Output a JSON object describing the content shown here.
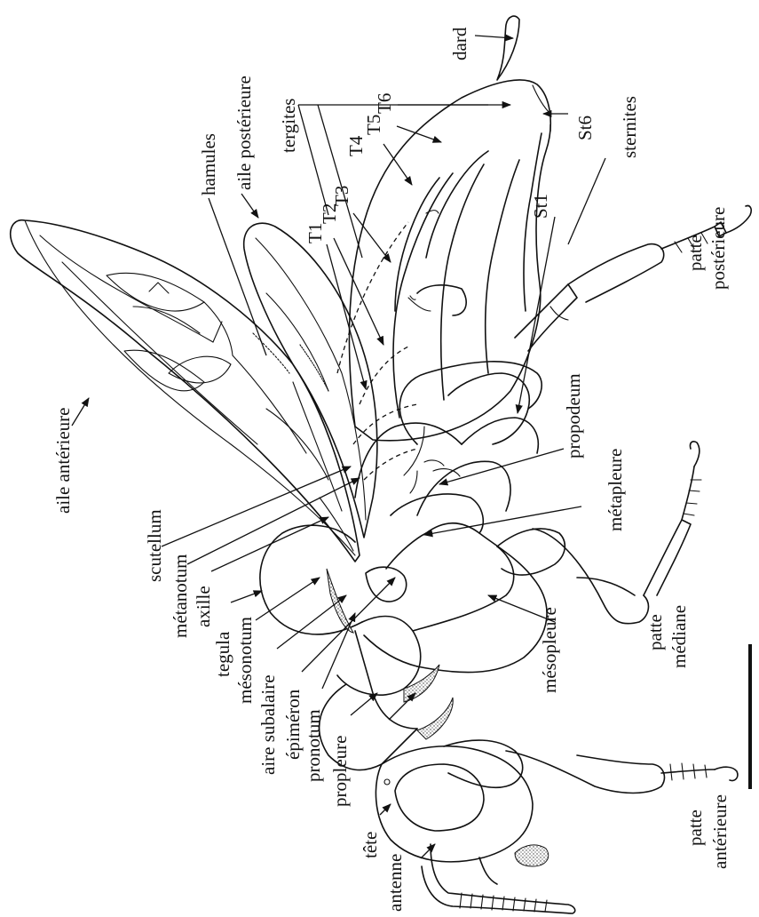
{
  "labels": {
    "dard": "dard",
    "tergites": "tergites",
    "t1": "T1",
    "t2": "T2",
    "t3": "T3",
    "t4": "T4",
    "t5": "T5",
    "t6": "T6",
    "st6": "St6",
    "sternites": "sternites",
    "st1": "St1",
    "aile_posterieure": "aile postérieure",
    "hamules": "hamules",
    "aile_anterieure": "aile antérieure",
    "scutellum": "scutellum",
    "metanotum": "métanotum",
    "axille": "axille",
    "mesonotum": "mésonotum",
    "tegula": "tegula",
    "aire_subalaire": "aire subalaire",
    "epimeron": "épiméron",
    "pronotum": "pronotum",
    "propleure": "propleure",
    "tete": "tête",
    "antenne": "antenne",
    "propodeum": "propodeum",
    "metapleure": "métapleure",
    "mesopleure": "mésopleure",
    "patte_posterieure_1": "patte",
    "patte_posterieure_2": "postérieure",
    "patte_mediane_1": "patte",
    "patte_mediane_2": "médiane",
    "patte_anterieure_1": "patte",
    "patte_anterieure_2": "antérieure"
  },
  "scale_bar": {
    "label": "",
    "shown": true
  }
}
